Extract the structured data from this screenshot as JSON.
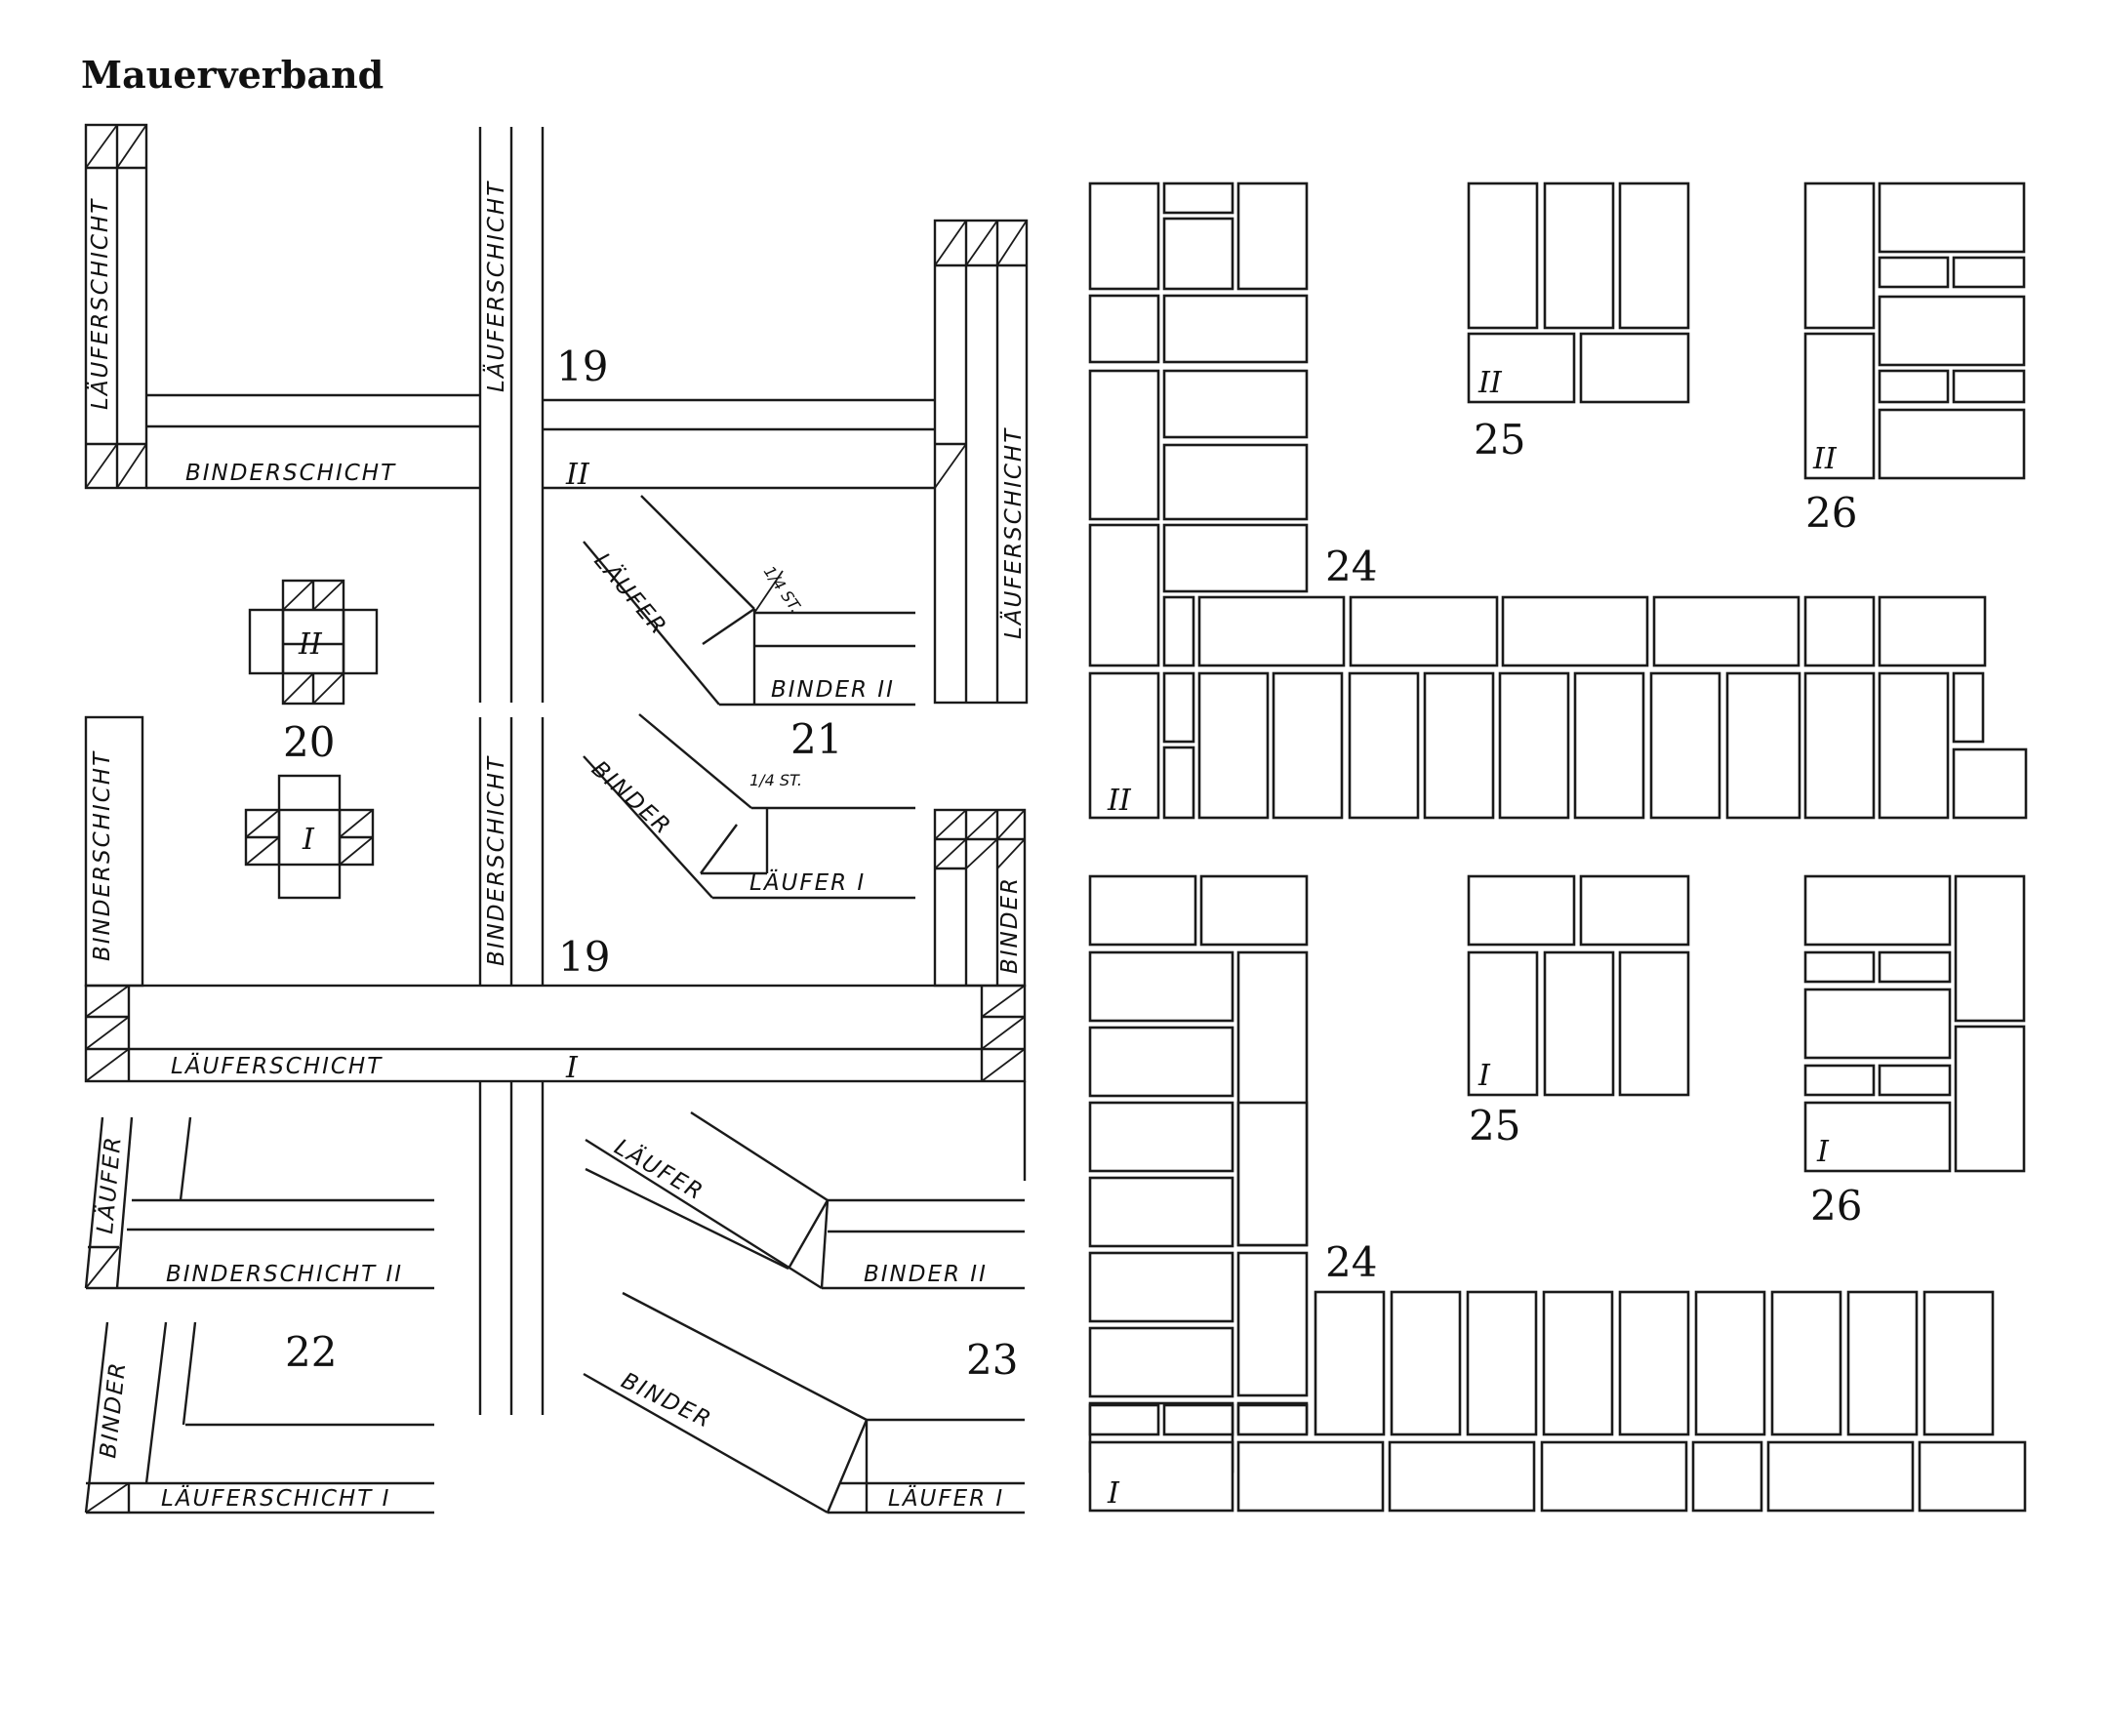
{
  "title": "Mauerverband",
  "figure_numbers": {
    "f19a": "19",
    "f19b": "19",
    "f20": "20",
    "f21": "21",
    "f22": "22",
    "f23": "23",
    "f24a": "24",
    "f24b": "24",
    "f25a": "25",
    "f25b": "25",
    "f26a": "26",
    "f26b": "26"
  },
  "labels": {
    "laeuferschicht": "LÄUFERSCHICHT",
    "binderschicht": "BINDERSCHICHT",
    "laeufer": "LÄUFER",
    "binder": "BINDER",
    "binder_ii": "BINDER II",
    "laeufer_i": "LÄUFER I",
    "binderschicht_ii": "BINDERSCHICHT II",
    "laeuferschicht_i": "LÄUFERSCHICHT I",
    "quarter_stone": "1/4 ST."
  },
  "course_marks": {
    "one": "I",
    "two": "II"
  }
}
